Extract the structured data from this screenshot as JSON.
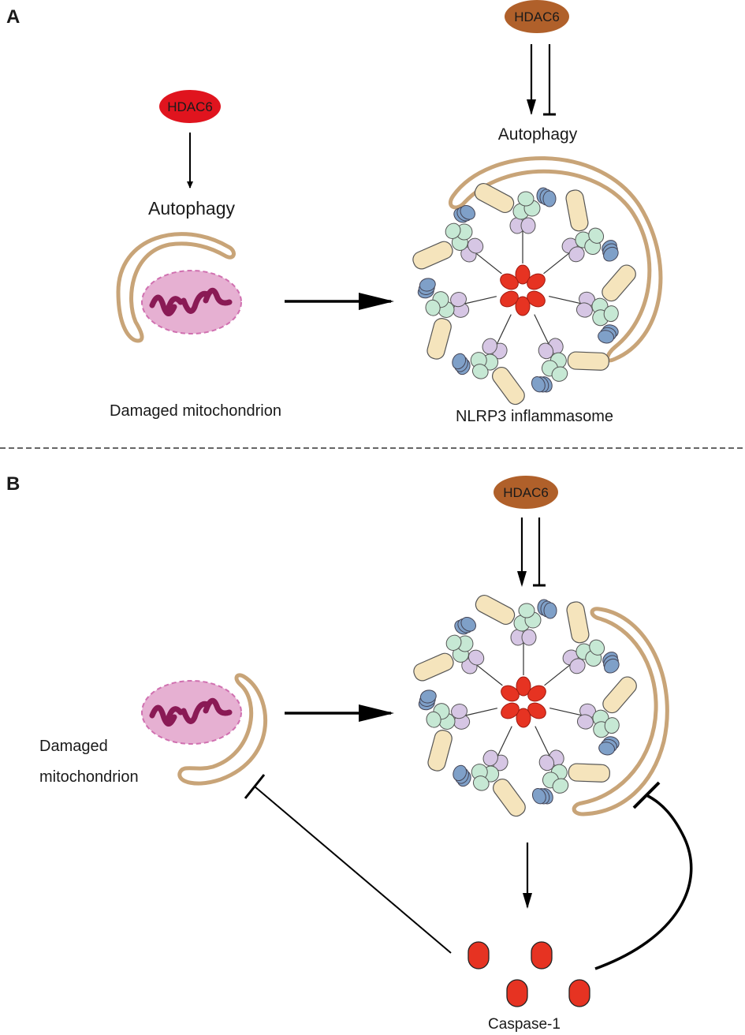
{
  "panels": {
    "a": {
      "letter": "A",
      "hdac6_left": "HDAC6",
      "autophagy_left": "Autophagy",
      "mito_label": "Damaged mitochondrion",
      "hdac6_right": "HDAC6",
      "autophagy_right": "Autophagy",
      "nlrp3_label": "NLRP3 inflammasome"
    },
    "b": {
      "letter": "B",
      "hdac6": "HDAC6",
      "mito_label_line1": "Damaged",
      "mito_label_line2": "mitochondrion",
      "caspase_label": "Caspase-1"
    }
  },
  "colors": {
    "hdac6_red": "#e0141e",
    "hdac6_brown": "#b0602a",
    "membrane": "#c8a478",
    "mito_fill": "#e6b0d2",
    "mito_outline": "#d070b0",
    "mito_crista": "#8a1a55",
    "nlrp3_bar": "#f5e4bc",
    "green_domain": "#c6e8d4",
    "purple_domain": "#d6c6e4",
    "blue_domain": "#7fa0c8",
    "red_core": "#e63322",
    "caspase": "#e63322"
  }
}
